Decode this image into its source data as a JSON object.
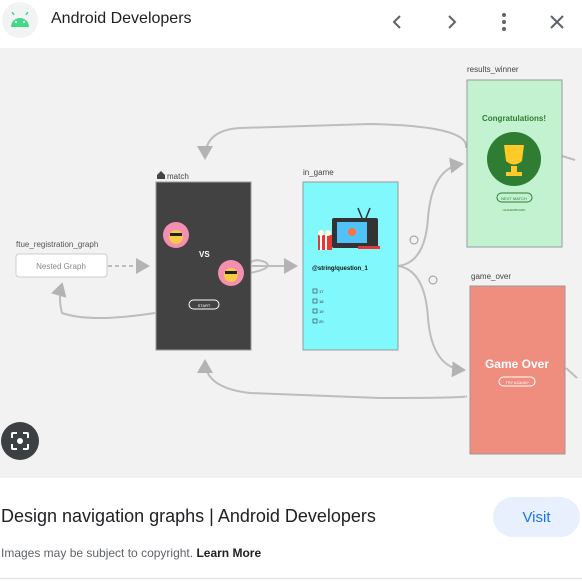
{
  "header": {
    "site_title": "Android Developers",
    "logo_icon": "android-logo-icon",
    "back_icon": "chevron-left-icon",
    "forward_icon": "chevron-right-icon",
    "more_icon": "more-vert-icon",
    "close_icon": "close-icon"
  },
  "graph": {
    "nested_label": "ftue_registration_graph",
    "nested_button": "Nested Graph",
    "match": {
      "label": "match",
      "vs": "VS",
      "start_button": "START"
    },
    "in_game": {
      "label": "in_game",
      "question": "@string/question_1",
      "options": [
        "17",
        "18",
        "19",
        "20"
      ]
    },
    "results_winner": {
      "label": "results_winner",
      "title": "Congratulations!",
      "button": "NEXT MATCH",
      "footer": "LEADERBOARD"
    },
    "game_over": {
      "label": "game_over",
      "title": "Game Over",
      "button": "TRY AGAIN?"
    },
    "colors": {
      "match_bg": "#424242",
      "in_game_bg": "#80f8fc",
      "results_bg": "#c2f2cf",
      "game_over_bg": "#ef8d7f",
      "canvas_bg": "#f2f2f2"
    }
  },
  "lens_icon": "lens-search-icon",
  "result": {
    "title": "Design navigation graphs | Android Developers",
    "visit_label": "Visit",
    "copyright_text": "Images may be subject to copyright.",
    "learn_more": "Learn More"
  }
}
